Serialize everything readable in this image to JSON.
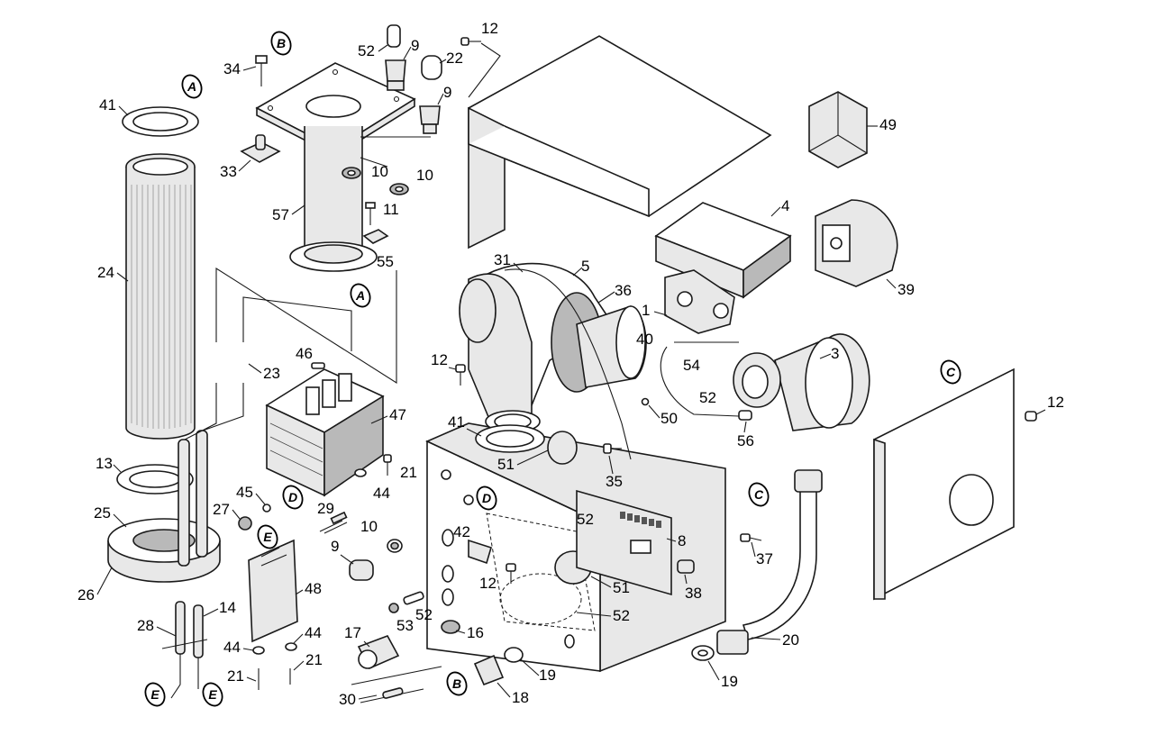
{
  "labels": {
    "n1": "1",
    "n3": "3",
    "n4": "4",
    "n5": "5",
    "n8": "8",
    "n9a": "9",
    "n9b": "9",
    "n9c": "9",
    "n10a": "10",
    "n10b": "10",
    "n10c": "10",
    "n11": "11",
    "n12a": "12",
    "n12b": "12",
    "n12c": "12",
    "n12d": "12",
    "n13": "13",
    "n14": "14",
    "n16": "16",
    "n17": "17",
    "n18": "18",
    "n19a": "19",
    "n19b": "19",
    "n20": "20",
    "n21a": "21",
    "n21b": "21",
    "n21c": "21",
    "n22": "22",
    "n23": "23",
    "n24": "24",
    "n25": "25",
    "n26": "26",
    "n27": "27",
    "n28": "28",
    "n29": "29",
    "n30": "30",
    "n31": "31",
    "n33": "33",
    "n34": "34",
    "n35": "35",
    "n36": "36",
    "n37": "37",
    "n38": "38",
    "n39": "39",
    "n40": "40",
    "n41a": "41",
    "n41b": "41",
    "n42": "42",
    "n44a": "44",
    "n44b": "44",
    "n44c": "44",
    "n45": "45",
    "n46": "46",
    "n47": "47",
    "n48": "48",
    "n49": "49",
    "n50": "50",
    "n51a": "51",
    "n51b": "51",
    "n52a": "52",
    "n52b": "52",
    "n52c": "52",
    "n52d": "52",
    "n52e": "52",
    "n53": "53",
    "n54": "54",
    "n55": "55",
    "n56": "56",
    "n57": "57"
  },
  "refs": {
    "A1": "A",
    "A2": "A",
    "B1": "B",
    "B2": "B",
    "C1": "C",
    "C2": "C",
    "D1": "D",
    "D2": "D",
    "E1": "E",
    "E2": "E",
    "E3": "E"
  }
}
